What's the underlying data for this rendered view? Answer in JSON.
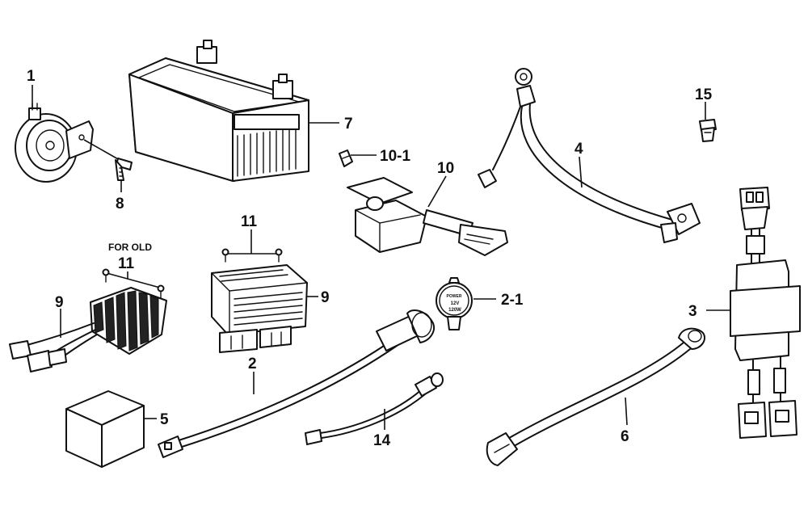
{
  "labels": {
    "horn": "1",
    "bolt": "8",
    "battery": "7",
    "fuse_clip": "10-1",
    "fuse_holder": "10",
    "battery_cable": "4",
    "bulb": "15",
    "regulator_new_screws": "11",
    "regulator_old_screws": "11",
    "for_old": "FOR OLD",
    "regulator_old": "9",
    "regulator_new": "9",
    "power_socket_cap": "2-1",
    "relay": "3",
    "socket_harness": "2",
    "block": "5",
    "small_wire": "14",
    "ground_cable": "6"
  },
  "socket_cap_text": {
    "line1": "POWER",
    "line2": "12V",
    "line3": "120W"
  }
}
